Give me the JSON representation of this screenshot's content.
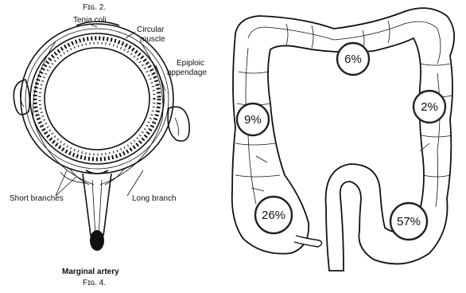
{
  "left_figure": {
    "fig_top": "Fɪɢ. 2.",
    "tenia_coli": "Tenia coli",
    "circular_muscle_1": "Circular",
    "circular_muscle_2": "muscle",
    "epiploic_1": "Epiploic",
    "epiploic_2": "appendage",
    "short_branches": "Short branches",
    "long_branch": "Long branch",
    "marginal_artery": "Marginal artery",
    "fig_bottom": "Fɪɢ. 4."
  },
  "right_figure": {
    "percentages": {
      "transverse": "6%",
      "ascending": "9%",
      "descending": "2%",
      "cecum": "26%",
      "sigmoid": "57%"
    }
  }
}
